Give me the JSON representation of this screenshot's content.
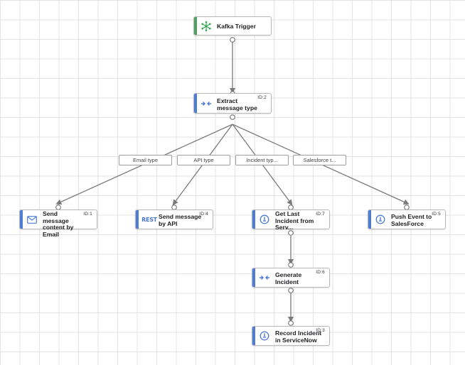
{
  "colors": {
    "trigger_bar": "#4fa063",
    "task_bar": "#4e7dd4",
    "connector": "#7a7a7a"
  },
  "nodes": {
    "kafka": {
      "title": "Kafka Trigger",
      "id_label": "",
      "icon": "kafka-icon"
    },
    "extract1": {
      "title": "Extract message type",
      "id_label": "ID:2",
      "icon": "data-mapping-icon"
    },
    "email": {
      "title": "Send message content by Email",
      "id_label": "ID:1",
      "icon": "email-icon"
    },
    "rest": {
      "title": "Send message by API",
      "id_label": "ID:4",
      "icon": "rest-icon",
      "icon_text": "REST"
    },
    "getlast": {
      "title": "Get Last Incident from Serv...",
      "id_label": "ID:7",
      "icon": "connector-icon"
    },
    "push": {
      "title": "Push Event to SalesForce",
      "id_label": "ID:5",
      "icon": "connector-icon"
    },
    "generate": {
      "title": "Generate Incident",
      "id_label": "ID:6",
      "icon": "data-mapping-icon"
    },
    "record": {
      "title": "Record Incident in ServiceNow",
      "id_label": "ID:3",
      "icon": "connector-icon"
    }
  },
  "edge_labels": {
    "email": "Email type",
    "api": "API type",
    "incident": "Incident typ...",
    "salesforce": "Salesforce t..."
  }
}
